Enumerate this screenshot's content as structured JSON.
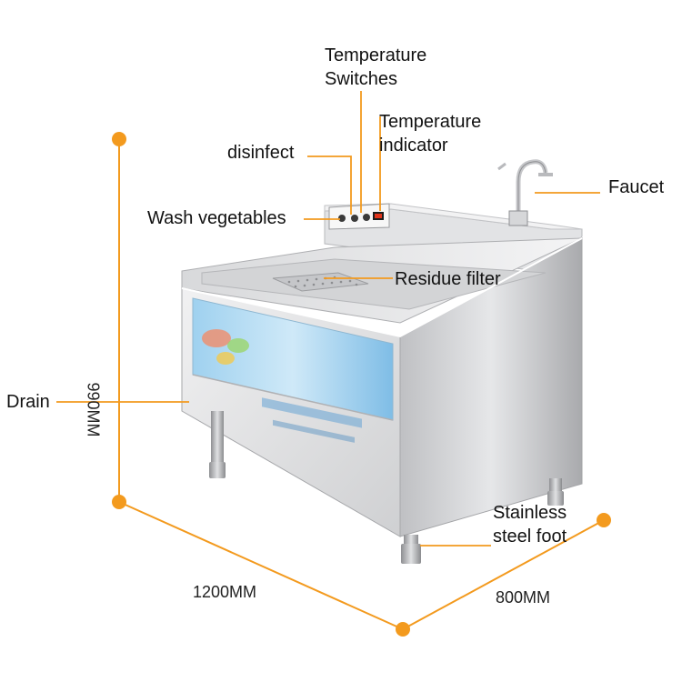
{
  "colors": {
    "accent": "#F39A1E",
    "steel_light": "#E9E9EB",
    "steel_mid": "#C9C9CC",
    "steel_dark": "#9E9EA2",
    "text": "#111111"
  },
  "callouts": {
    "temperature_switches": {
      "line1": "Temperature",
      "line2": "Switches"
    },
    "temperature_indicator": {
      "line1": "Temperature",
      "line2": "indicator"
    },
    "disinfect": "disinfect",
    "faucet": "Faucet",
    "wash_vegetables": "Wash vegetables",
    "residue_filter": "Residue filter",
    "drain": "Drain",
    "stainless_steel_foot": {
      "line1": "Stainless",
      "line2": "steel foot"
    }
  },
  "dimensions": {
    "height": "990MM",
    "width": "1200MM",
    "depth": "800MM"
  },
  "icons": {
    "faucet": "faucet-icon",
    "switch_panel": "switch-panel-icon"
  }
}
